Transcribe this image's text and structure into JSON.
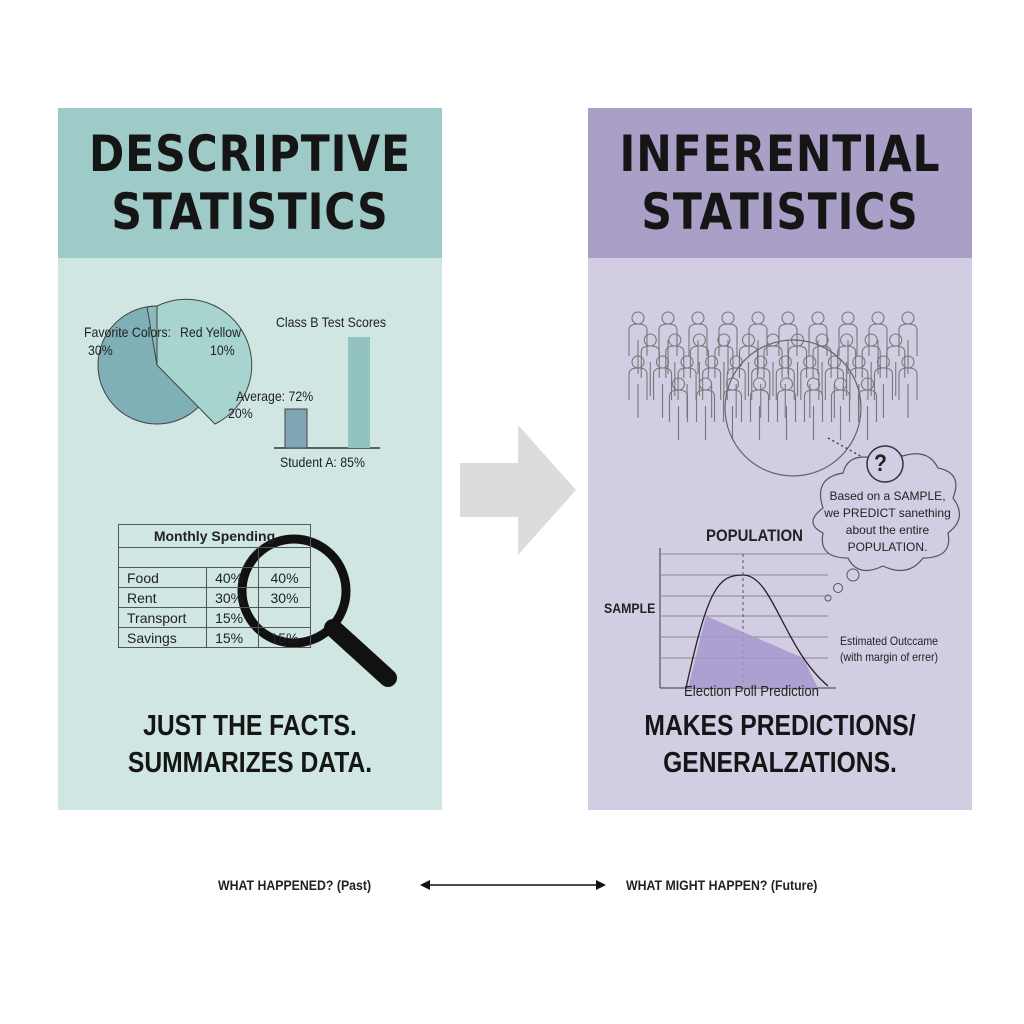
{
  "left": {
    "title_line1": "DESCRIPTIVE",
    "title_line2": "STATISTICS",
    "header_color": "#9ecbc8",
    "body_color": "#cfe6e3",
    "pie": {
      "label": "Favorite Colors:",
      "label2": "Red Yellow",
      "p30": "30%",
      "p10": "10%",
      "p20": "20%"
    },
    "bars": {
      "title": "Class B Test Scores",
      "average": "Average: 72%",
      "student": "Student A: 85%"
    },
    "table": {
      "title": "Monthly Spending",
      "rows": [
        [
          "Food",
          "40%",
          "40%"
        ],
        [
          "Rent",
          "30%",
          "30%"
        ],
        [
          "Transport",
          "15%",
          ""
        ],
        [
          "Savings",
          "15%",
          "15%"
        ]
      ]
    },
    "footer_line1": "JUST THE FACTS.",
    "footer_line2": "SUMMARIZES DATA."
  },
  "right": {
    "title_line1": "INFERENTIAL",
    "title_line2": "STATISTICS",
    "header_color": "#a99fc7",
    "body_color": "#d3cde3",
    "bubble_q": "?",
    "bubble": [
      "Based on a SAMPLE,",
      "we PREDICT sanething",
      "about the entire",
      "POPULATION."
    ],
    "chart": {
      "population": "POPULATION",
      "sample": "SAMPLE",
      "estimate1": "Estimated Outccame",
      "estimate2": "(with margin of errer)",
      "xlabel": "Election Poll Prediction"
    },
    "footer_line1": "MAKES PREDICTIONS/",
    "footer_line2": "GENERALZATIONS."
  },
  "bottom": {
    "past": "WHAT HAPPENED? (Past)",
    "future": "WHAT MIGHT HAPPEN? (Future)"
  }
}
